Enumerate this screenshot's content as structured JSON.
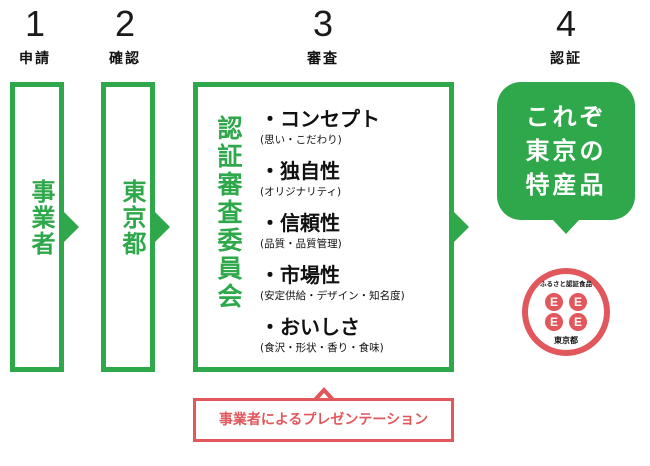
{
  "colors": {
    "green": "#2ea84a",
    "red": "#e2575c"
  },
  "steps": [
    {
      "number": "1",
      "label": "申請",
      "box_text": "事業者"
    },
    {
      "number": "2",
      "label": "確認",
      "box_text": "東京都"
    },
    {
      "number": "3",
      "label": "審査",
      "box_text": "認証審査委員会"
    },
    {
      "number": "4",
      "label": "認証"
    }
  ],
  "criteria": [
    {
      "title": "・コンセプト",
      "sub": "(思い・こだわり)"
    },
    {
      "title": "・独自性",
      "sub": "(オリジナリティ)"
    },
    {
      "title": "・信頼性",
      "sub": "(品質・品質管理)"
    },
    {
      "title": "・市場性",
      "sub": "(安定供給・デザイン・知名度)"
    },
    {
      "title": "・おいしさ",
      "sub": "(食沢・形状・香り・食味)"
    }
  ],
  "result_lines": [
    "これぞ",
    "東京の",
    "特産品"
  ],
  "presentation": "事業者によるプレゼンテーション",
  "seal": {
    "top_text": "ふるさと認証食品",
    "bottom_text": "東京都",
    "letter": "E",
    "icon": "furusato-certified-food-mark"
  }
}
